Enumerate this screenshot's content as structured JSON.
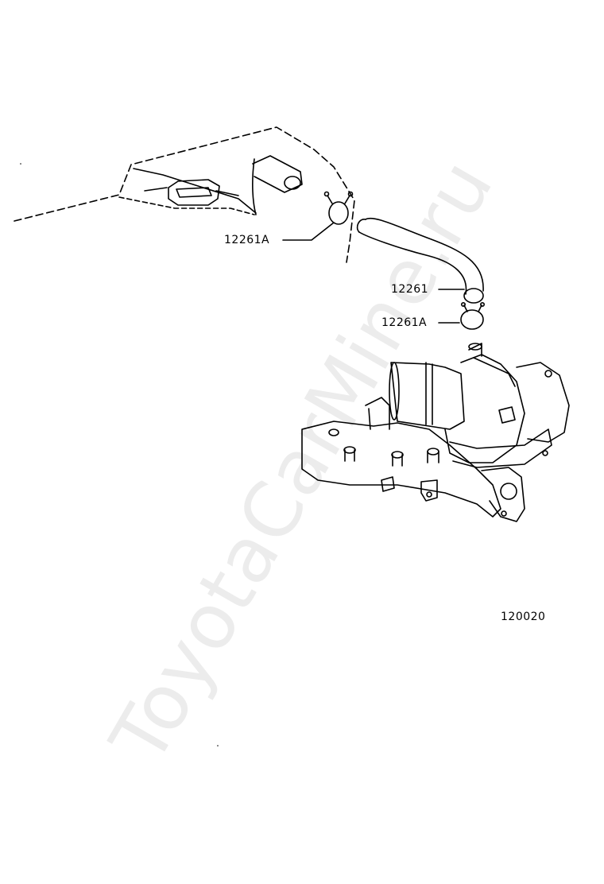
{
  "labels": {
    "clamp_upper": "12261A",
    "hose": "12261",
    "clamp_lower": "12261A",
    "diagram_number": "120020"
  },
  "watermark": "ToyotaCarMine.ru",
  "colors": {
    "line": "#000000",
    "background": "#ffffff"
  }
}
